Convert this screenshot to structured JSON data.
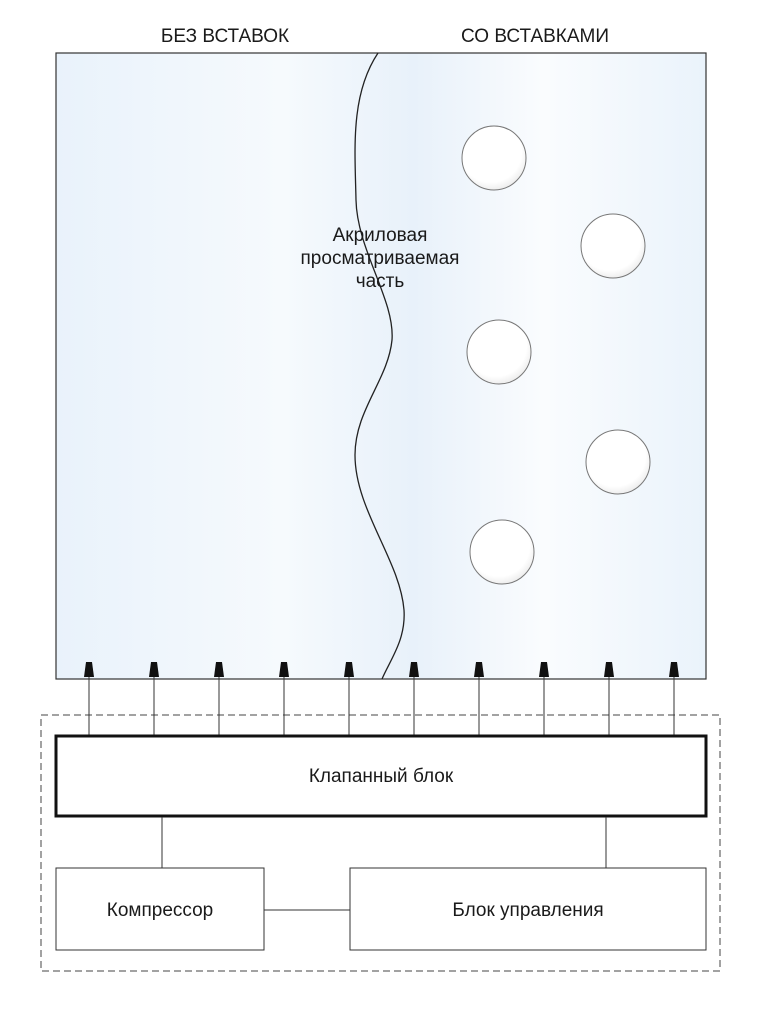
{
  "diagram": {
    "tank": {
      "left_header": "БЕЗ ВСТАВОК",
      "right_header": "СО ВСТАВКАМИ",
      "acrylic_label_lines": [
        "Акриловая",
        "просматриваемая",
        "часть"
      ]
    },
    "nozzle_count": 10,
    "insert_count": 5,
    "blocks": {
      "valve": "Клапанный блок",
      "compressor": "Компрессор",
      "control": "Блок управления"
    }
  }
}
